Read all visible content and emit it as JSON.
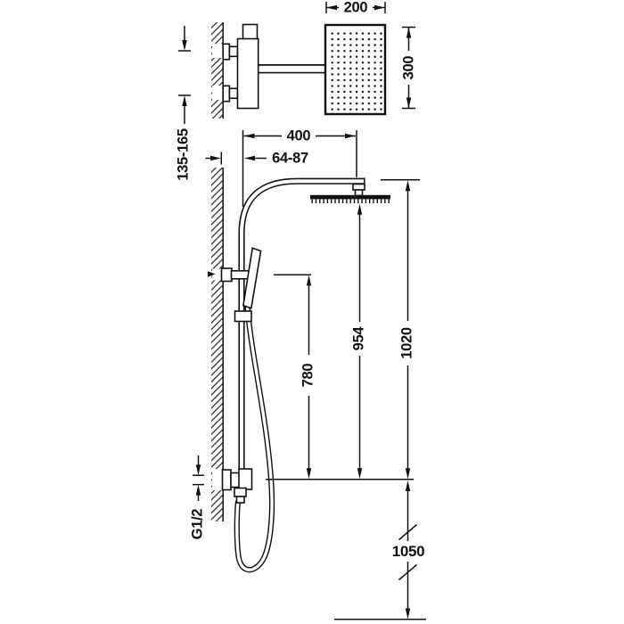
{
  "figure": {
    "kind": "technical-dimension-drawing",
    "subject": "wall-mounted shower column with overhead rain head and hand shower",
    "line_color": "#111111",
    "background_color": "#ffffff"
  },
  "dimensions": {
    "head_width": {
      "label": "200"
    },
    "head_depth": {
      "label": "300"
    },
    "inlet_spacing": {
      "label": "135-165"
    },
    "arm_reach": {
      "label": "400"
    },
    "wall_to_column_offset": {
      "label": "64-87"
    },
    "hand_shower_connection_height": {
      "label": "780"
    },
    "head_face_height": {
      "label": "954"
    },
    "arm_top_height": {
      "label": "1020"
    },
    "outlet_floor_height": {
      "label": "1050"
    },
    "connection_thread": {
      "label": "G1/2"
    }
  }
}
